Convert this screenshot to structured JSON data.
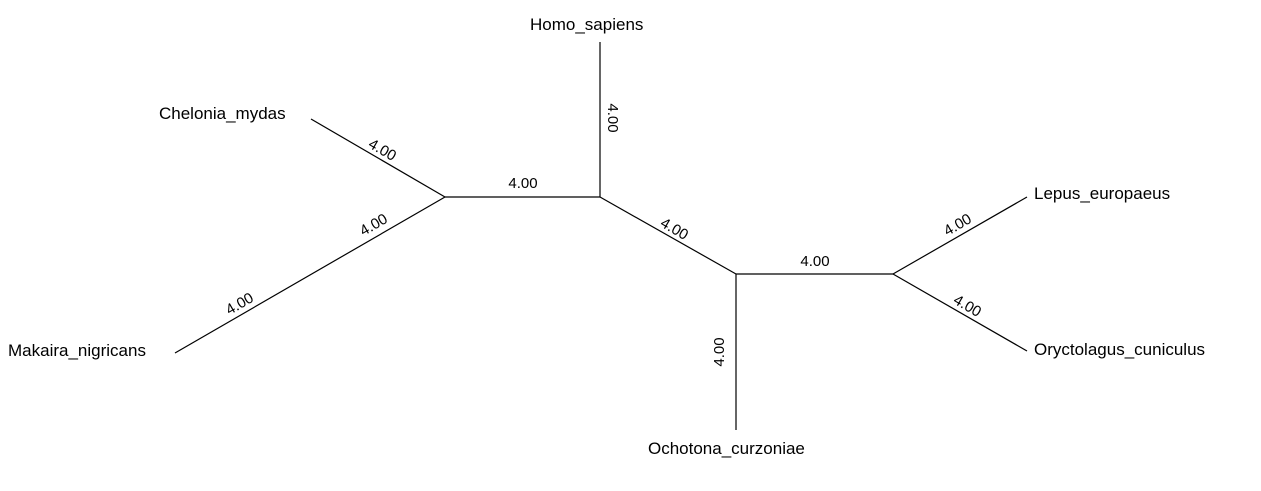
{
  "tree": {
    "taxa": [
      {
        "id": "homo",
        "name": "Homo_sapiens"
      },
      {
        "id": "chelonia",
        "name": "Chelonia_mydas"
      },
      {
        "id": "makaira",
        "name": "Makaira_nigricans"
      },
      {
        "id": "lepus",
        "name": "Lepus_europaeus"
      },
      {
        "id": "oryctolagus",
        "name": "Oryctolagus_cuniculus"
      },
      {
        "id": "ochotona",
        "name": "Ochotona_curzoniae"
      }
    ],
    "branches": [
      {
        "id": "homo",
        "from": "center",
        "to": "homo",
        "length": "4.00"
      },
      {
        "id": "chelonia",
        "from": "left-node",
        "to": "chelonia",
        "length": "4.00"
      },
      {
        "id": "makaira",
        "from": "left-node",
        "to": "makaira",
        "length": "4.00"
      },
      {
        "id": "center-left",
        "from": "center",
        "to": "left-node",
        "length": "4.00"
      },
      {
        "id": "center-right",
        "from": "center",
        "to": "right-node",
        "length": "4.00"
      },
      {
        "id": "right-rabbit",
        "from": "right-node",
        "to": "rabbit-node",
        "length": "4.00"
      },
      {
        "id": "lepus",
        "from": "rabbit-node",
        "to": "lepus",
        "length": "4.00"
      },
      {
        "id": "oryctolagus",
        "from": "rabbit-node",
        "to": "oryctolagus",
        "length": "4.00"
      },
      {
        "id": "ochotona",
        "from": "right-node",
        "to": "ochotona",
        "length": "4.00"
      }
    ]
  }
}
